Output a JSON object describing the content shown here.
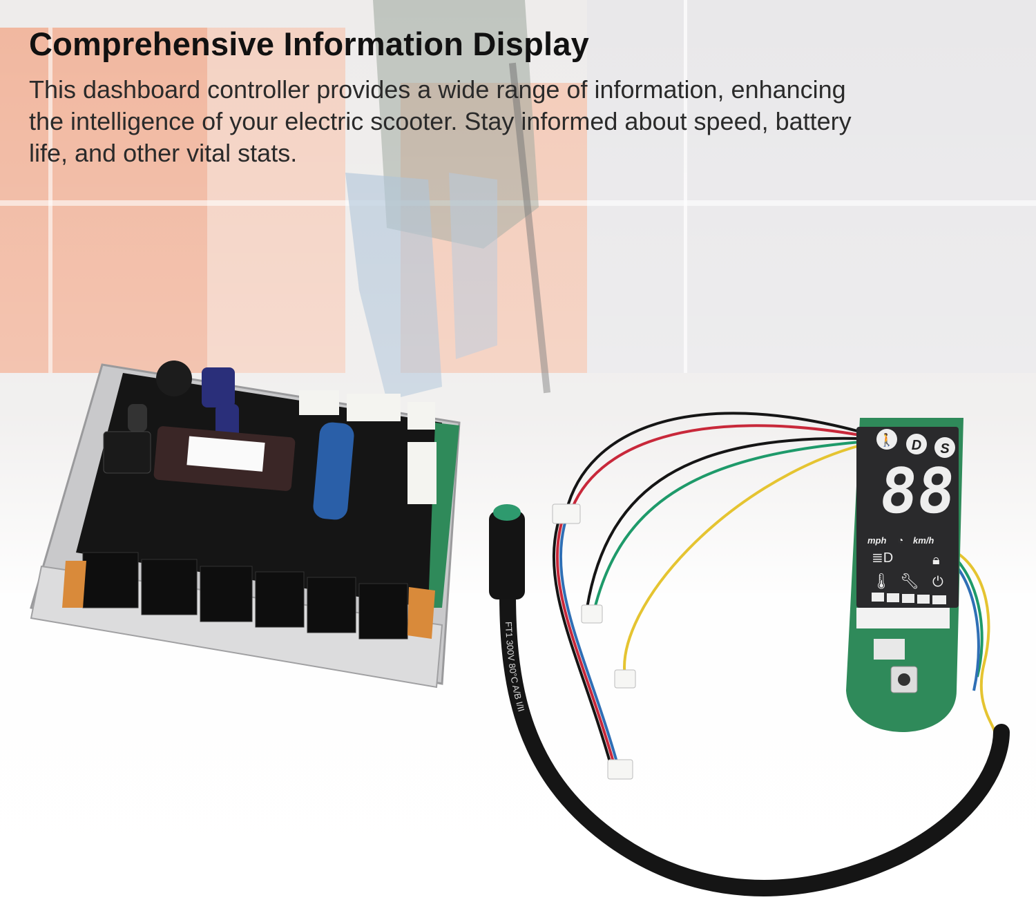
{
  "header": {
    "title": "Comprehensive Information Display",
    "description_lines": [
      "This dashboard controller provides a wide range of information, enhancing",
      "the intelligence of your electric scooter. Stay informed about speed, battery",
      "life, and other vital stats."
    ]
  },
  "display": {
    "mode_walk": "walk",
    "mode_d": "D",
    "mode_s": "S",
    "speed_digits": "88",
    "unit_mph": "mph",
    "unit_kmh": "km/h"
  },
  "cable": {
    "marking": "FT1   300V   80°C   A/B   I/II"
  },
  "colors": {
    "pcb_green": "#2f8a5a",
    "lcd_dark": "#2a2a2c",
    "wire_red": "#c8283a",
    "wire_blue": "#2f6fb5",
    "wire_green": "#1e9a6a",
    "wire_yellow": "#e5c431",
    "wire_black": "#151515"
  }
}
